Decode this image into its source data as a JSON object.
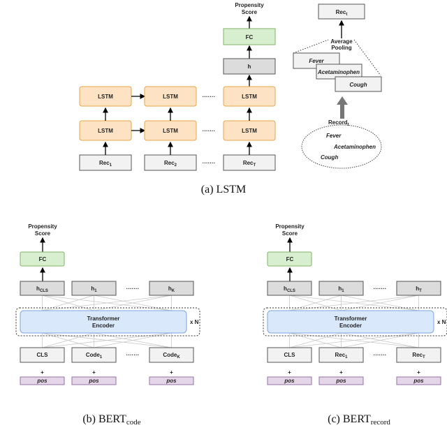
{
  "lstm_panel": {
    "output_label_line1": "Propensity",
    "output_label_line2": "Score",
    "fc_label": "FC",
    "h_label": "h",
    "lstm_label": "LSTM",
    "ellipsis": "·······",
    "inputs": [
      {
        "base": "Rec",
        "sub": "1"
      },
      {
        "base": "Rec",
        "sub": "2"
      },
      {
        "base": "Rec",
        "sub": "T"
      }
    ],
    "caption": "(a) LSTM"
  },
  "record_panel": {
    "rec_base": "Rec",
    "rec_sub": "t",
    "pooling_line1": "Average",
    "pooling_line2": "Pooling",
    "codes": [
      "Fever",
      "Acetaminophen",
      "Cough"
    ],
    "record_base": "Record",
    "record_sub": "t"
  },
  "bert_code_panel": {
    "output_label_line1": "Propensity",
    "output_label_line2": "Score",
    "fc_label": "FC",
    "hidden": [
      {
        "base": "h",
        "sub": "CLS"
      },
      {
        "base": "h",
        "sub": "1"
      },
      {
        "base": "h",
        "sub": "K"
      }
    ],
    "encoder_line1": "Transformer",
    "encoder_line2": "Encoder",
    "repeat": "x N",
    "inputs": [
      {
        "base": "CLS",
        "sub": ""
      },
      {
        "base": "Code",
        "sub": "1"
      },
      {
        "base": "Code",
        "sub": "K"
      }
    ],
    "plus": "+",
    "pos_label": "pos",
    "ellipsis": "·······",
    "caption_base": "(b) BERT",
    "caption_sub": "code"
  },
  "bert_record_panel": {
    "output_label_line1": "Propensity",
    "output_label_line2": "Score",
    "fc_label": "FC",
    "hidden": [
      {
        "base": "h",
        "sub": "CLS"
      },
      {
        "base": "h",
        "sub": "1"
      },
      {
        "base": "h",
        "sub": "T"
      }
    ],
    "encoder_line1": "Transformer",
    "encoder_line2": "Encoder",
    "repeat": "x N",
    "inputs": [
      {
        "base": "CLS",
        "sub": ""
      },
      {
        "base": "Rec",
        "sub": "1"
      },
      {
        "base": "Rec",
        "sub": "T"
      }
    ],
    "plus": "+",
    "pos_label": "pos",
    "ellipsis": "·······",
    "caption_base": "(c) BERT",
    "caption_sub": "record"
  },
  "colors": {
    "lstm_fill": "#fde3c4",
    "fc_fill": "#d7efcf",
    "encoder_fill": "#dae8fc",
    "pos_fill": "#e4d6e8",
    "hidden_fill": "#dcdcdc"
  }
}
